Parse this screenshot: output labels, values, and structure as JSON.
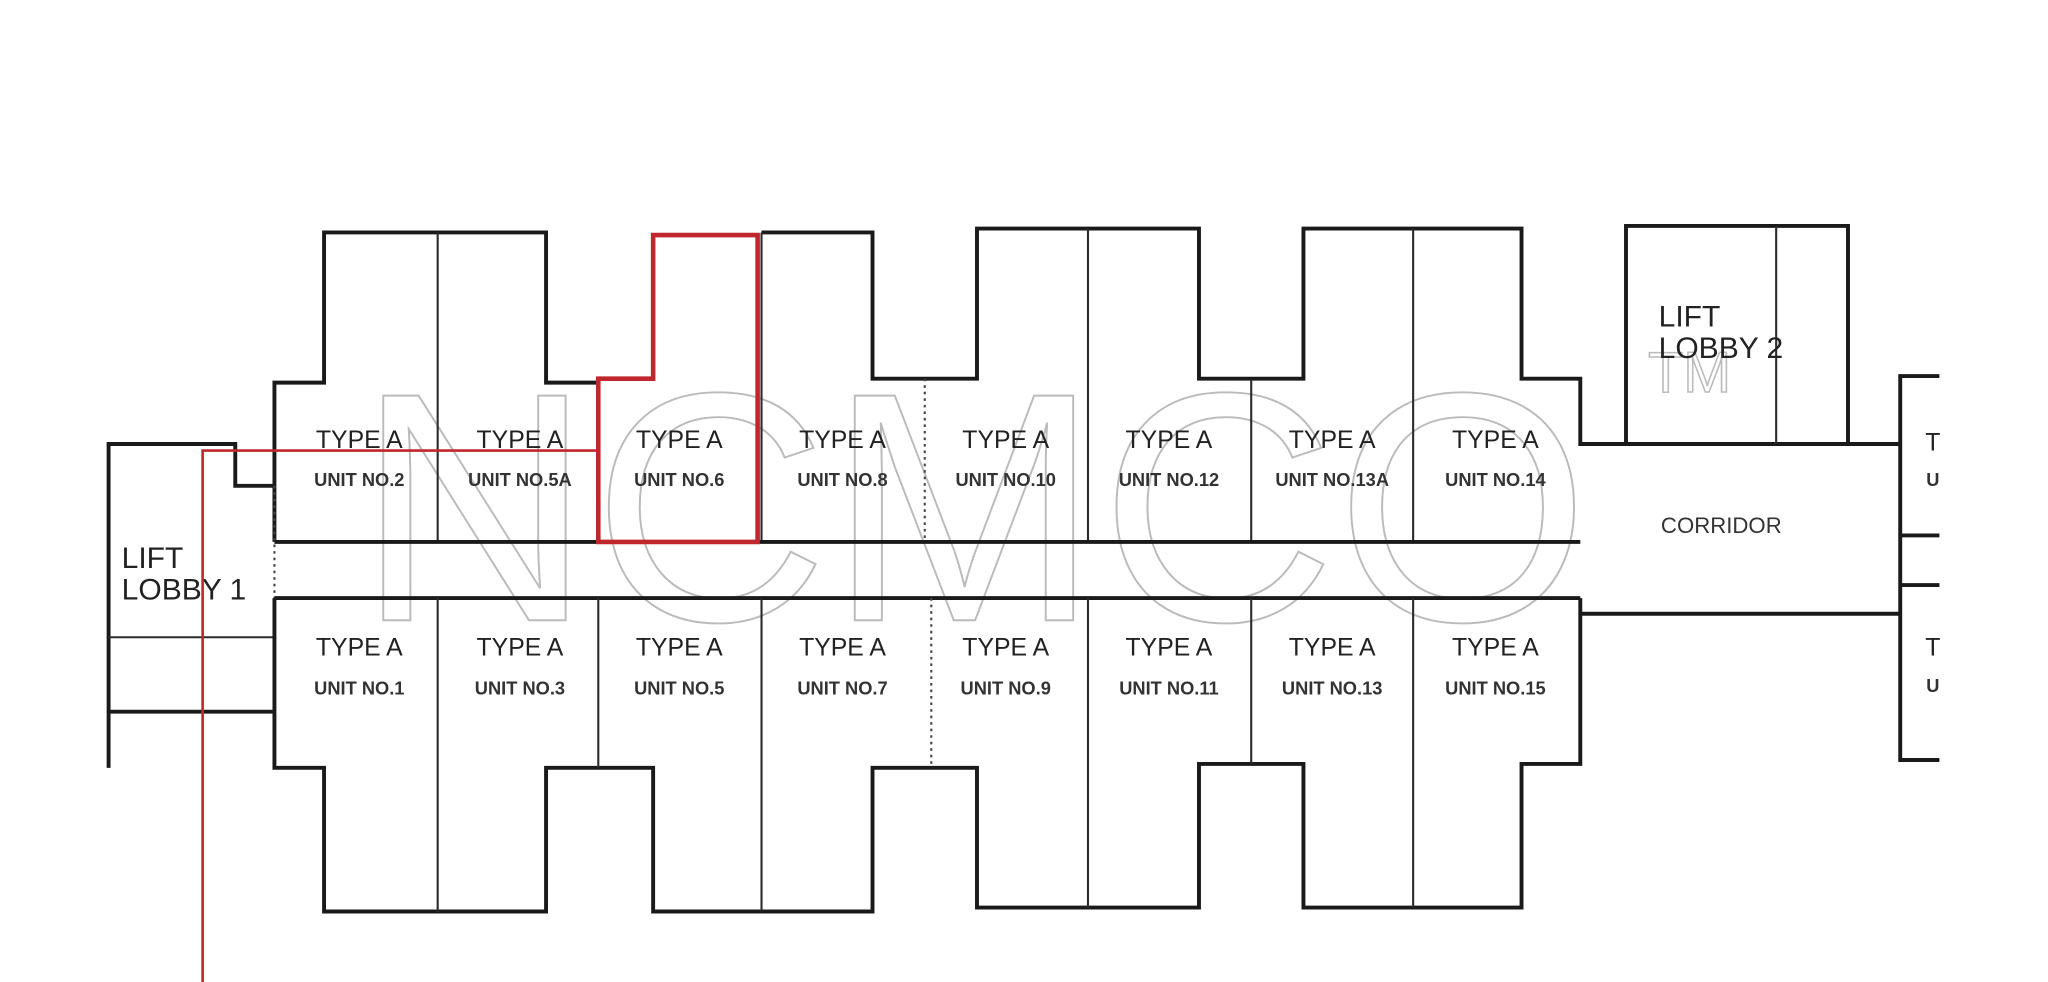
{
  "plan": {
    "lift_lobby_1": [
      "LIFT",
      "LOBBY 1"
    ],
    "lift_lobby_2": [
      "LIFT",
      "LOBBY 2"
    ],
    "corridor": "CORRIDOR",
    "top_units": [
      {
        "type": "TYPE A",
        "unit": "UNIT NO.2"
      },
      {
        "type": "TYPE A",
        "unit": "UNIT NO.5A"
      },
      {
        "type": "TYPE A",
        "unit": "UNIT NO.6",
        "highlighted": true
      },
      {
        "type": "TYPE A",
        "unit": "UNIT NO.8"
      },
      {
        "type": "TYPE A",
        "unit": "UNIT NO.10"
      },
      {
        "type": "TYPE A",
        "unit": "UNIT NO.12"
      },
      {
        "type": "TYPE A",
        "unit": "UNIT NO.13A"
      },
      {
        "type": "TYPE A",
        "unit": "UNIT NO.14"
      }
    ],
    "bottom_units": [
      {
        "type": "TYPE A",
        "unit": "UNIT NO.1"
      },
      {
        "type": "TYPE A",
        "unit": "UNIT NO.3"
      },
      {
        "type": "TYPE A",
        "unit": "UNIT NO.5"
      },
      {
        "type": "TYPE A",
        "unit": "UNIT NO.7"
      },
      {
        "type": "TYPE A",
        "unit": "UNIT NO.9"
      },
      {
        "type": "TYPE A",
        "unit": "UNIT NO.11"
      },
      {
        "type": "TYPE A",
        "unit": "UNIT NO.13"
      },
      {
        "type": "TYPE A",
        "unit": "UNIT NO.15"
      }
    ],
    "cut_labels": {
      "t1": "T",
      "u1": "U",
      "t2": "T",
      "u2": "U"
    },
    "highlight_color": "#c0272d"
  },
  "watermark": {
    "text": "NCMCO",
    "tm": "TM"
  }
}
